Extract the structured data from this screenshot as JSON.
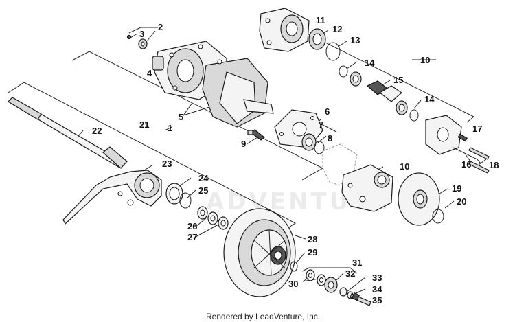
{
  "diagram": {
    "credit": "Rendered by LeadVenture, Inc.",
    "watermark": "ADVENTURE",
    "callouts": [
      "1",
      "2",
      "3",
      "4",
      "5",
      "6",
      "7",
      "8",
      "9",
      "10",
      "10",
      "11",
      "12",
      "13",
      "14",
      "14",
      "15",
      "16",
      "17",
      "18",
      "19",
      "20",
      "21",
      "22",
      "23",
      "24",
      "25",
      "26",
      "27",
      "28",
      "29",
      "30",
      "31",
      "32",
      "33",
      "34",
      "35"
    ]
  }
}
